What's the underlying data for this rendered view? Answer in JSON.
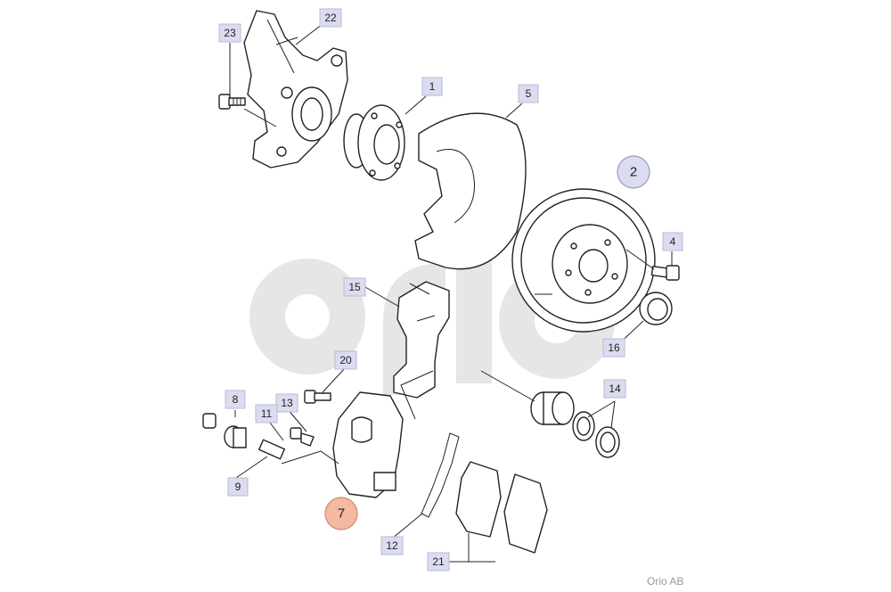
{
  "watermark": "orio",
  "credit": "Orio AB",
  "colors": {
    "label_fill": "#dcdcf0",
    "callout_2_fill": "#dcdcf0",
    "callout_7_fill": "#f5b9a0",
    "watermark": "#e6e6e6"
  },
  "labels": {
    "l1": "1",
    "l4": "4",
    "l5": "5",
    "l8": "8",
    "l9": "9",
    "l11": "11",
    "l12": "12",
    "l13": "13",
    "l14": "14",
    "l15": "15",
    "l16": "16",
    "l20": "20",
    "l21": "21",
    "l22": "22",
    "l23": "23"
  },
  "callouts": {
    "c2": "2",
    "c7": "7"
  }
}
